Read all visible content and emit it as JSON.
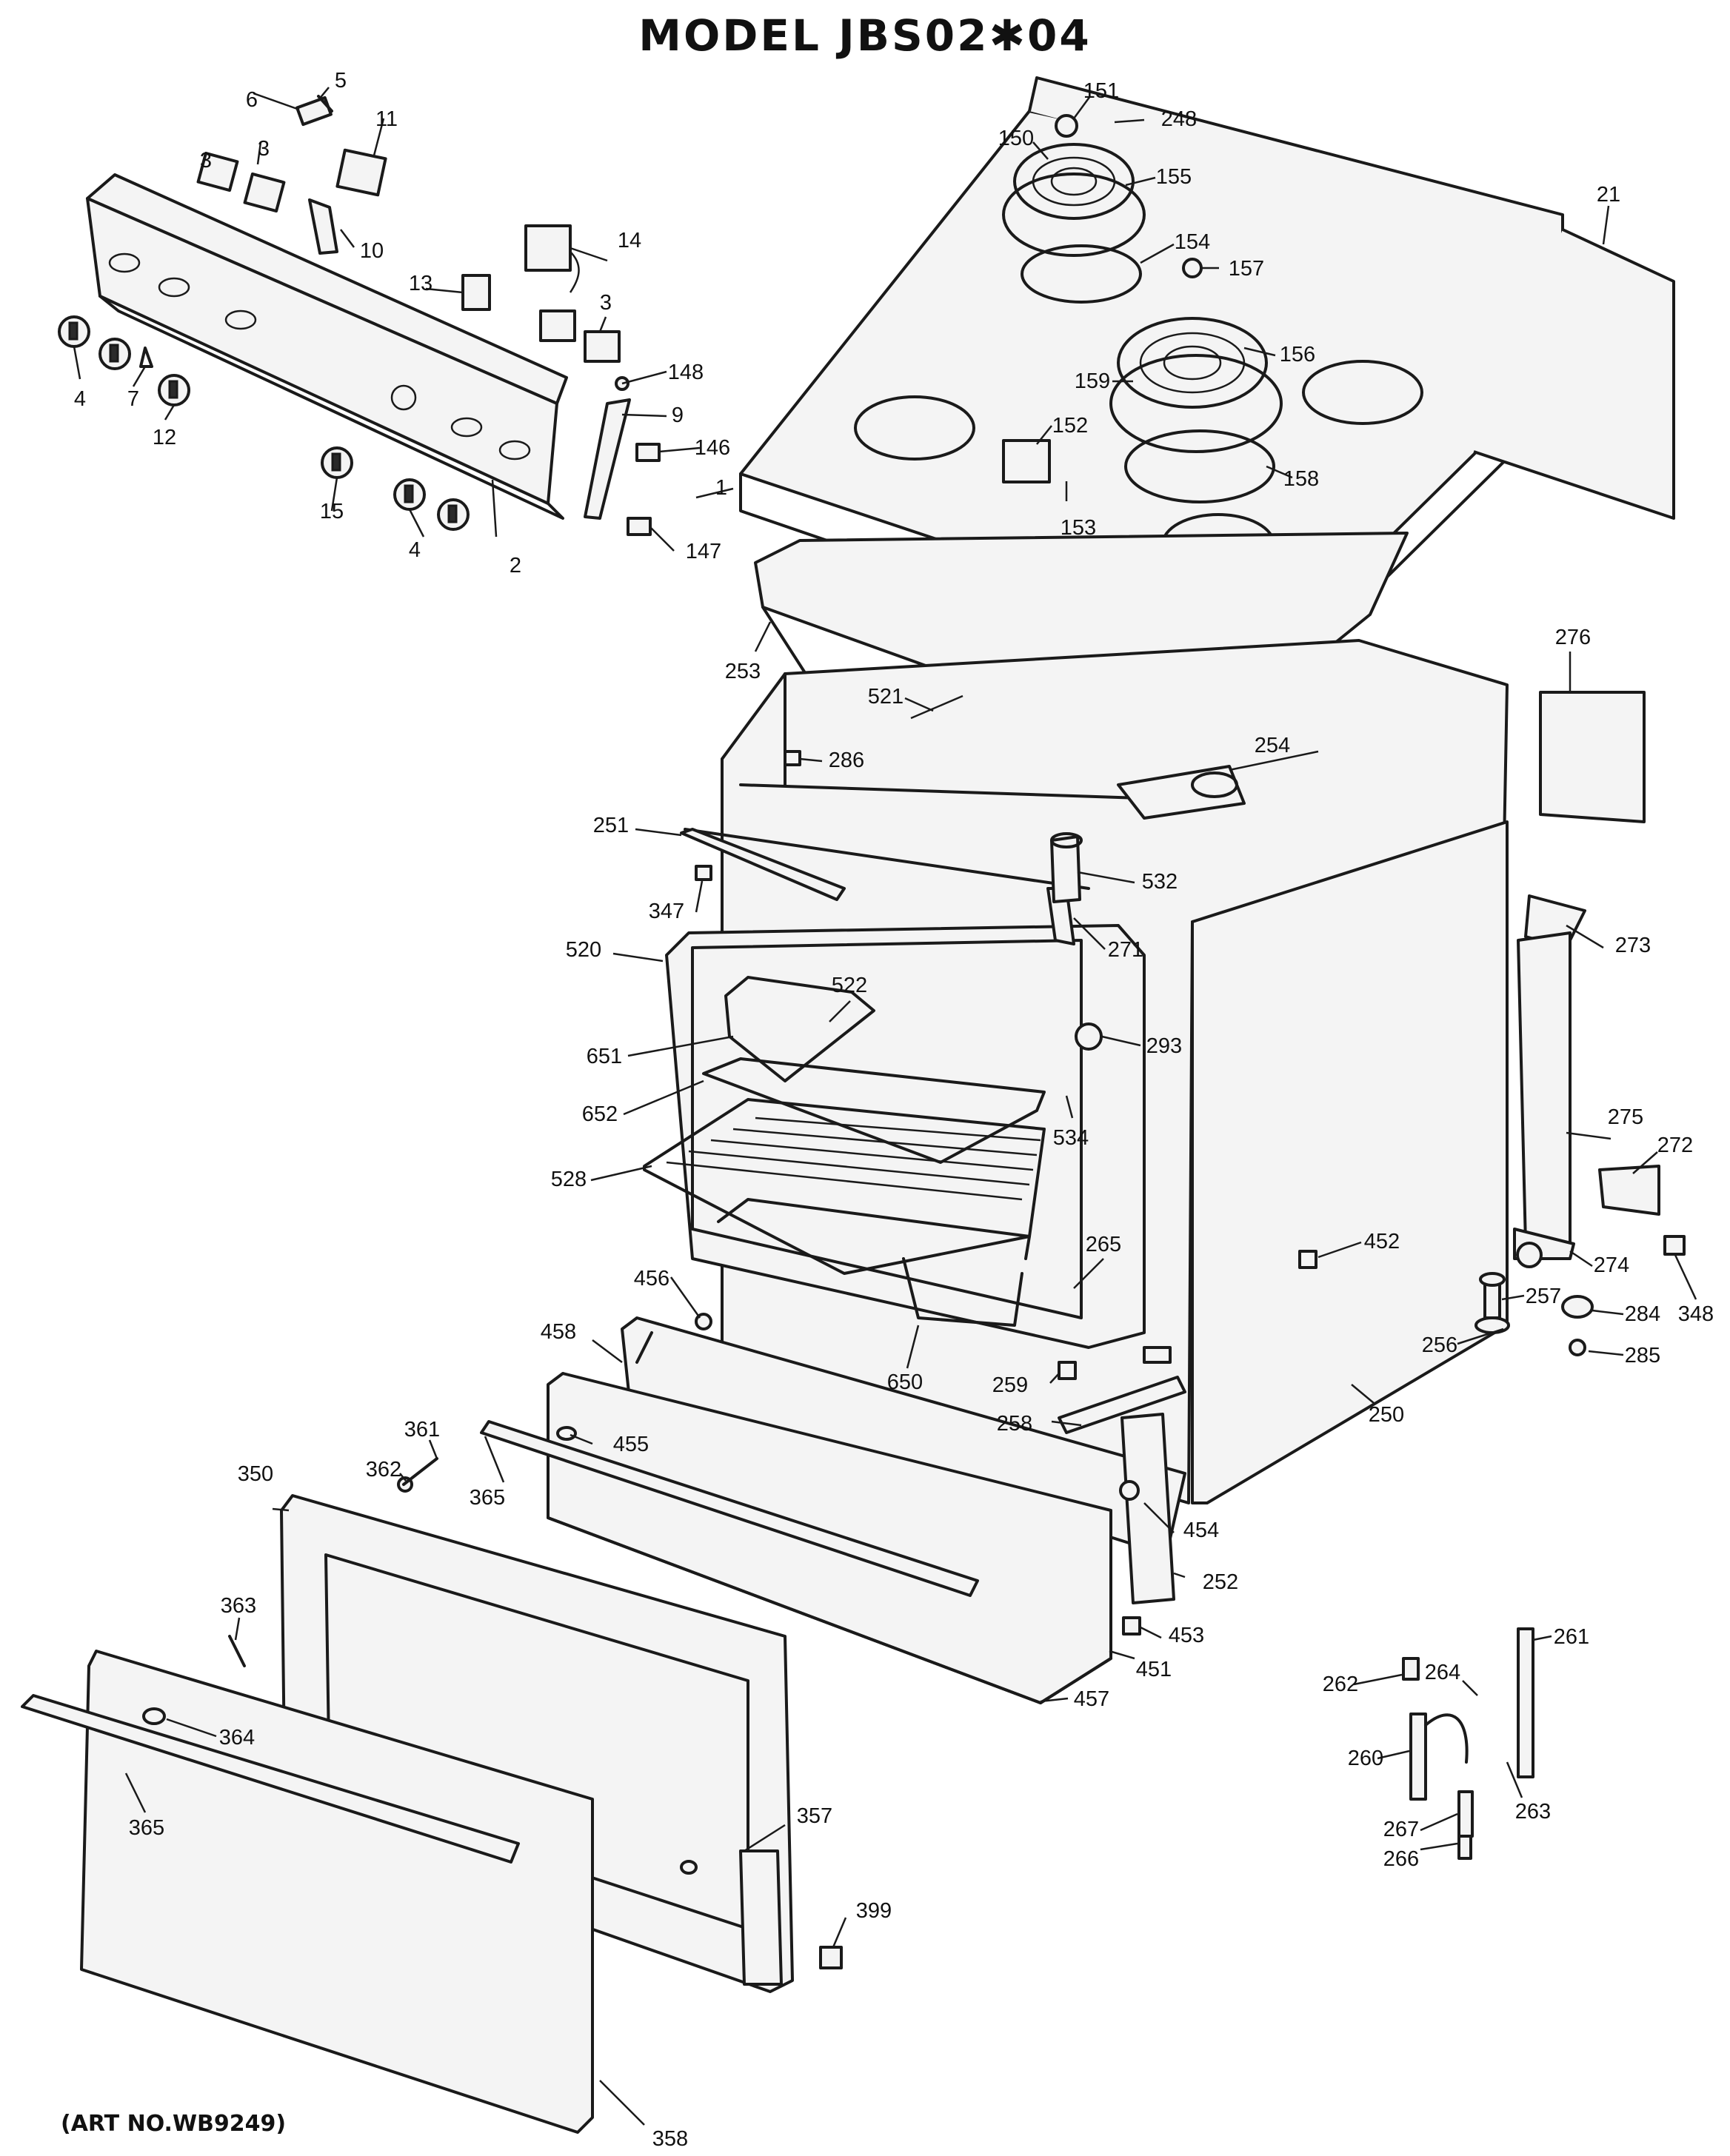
{
  "title": "MODEL  JBS02✱04",
  "art_number": "(ART NO.WB9249)",
  "callouts": [
    "5",
    "6",
    "11",
    "3",
    "3",
    "10",
    "14",
    "13",
    "3",
    "4",
    "7",
    "12",
    "148",
    "9",
    "146",
    "2",
    "15",
    "4",
    "147",
    "1",
    "151",
    "248",
    "150",
    "155",
    "154",
    "157",
    "156",
    "159",
    "152",
    "153",
    "158",
    "21",
    "253",
    "521",
    "286",
    "254",
    "276",
    "251",
    "532",
    "347",
    "271",
    "273",
    "520",
    "522",
    "293",
    "651",
    "652",
    "534",
    "528",
    "275",
    "272",
    "265",
    "452",
    "274",
    "348",
    "456",
    "257",
    "284",
    "458",
    "256",
    "285",
    "650",
    "259",
    "258",
    "250",
    "361",
    "362",
    "455",
    "350",
    "365",
    "454",
    "252",
    "363",
    "453",
    "451",
    "364",
    "457",
    "262",
    "264",
    "261",
    "260",
    "263",
    "365",
    "267",
    "357",
    "266",
    "399",
    "358"
  ]
}
